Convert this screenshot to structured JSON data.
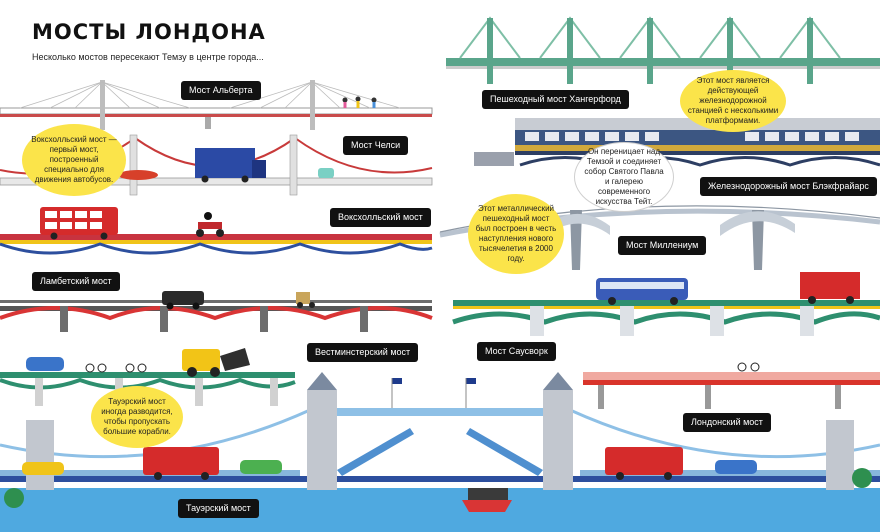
{
  "title": "МОСТЫ ЛОНДОНА",
  "subtitle": "Несколько мостов пересекают Темзу в центре города...",
  "labels": {
    "albert": "Мост Альберта",
    "chelsea": "Мост Челси",
    "vauxhall": "Воксхолльский мост",
    "lambeth": "Ламбетский мост",
    "westminster": "Вестминстерский мост",
    "tower": "Тауэрский мост",
    "hungerford": "Пешеходный мост Хангерфорд",
    "blackfriars": "Железнодорожный мост Блэкфрайарс",
    "millennium": "Мост Миллениум",
    "southwark": "Мост Саусворк",
    "london": "Лондонский мост"
  },
  "bubbles": {
    "vauxhall_fact": "Воксхолльский мост — первый мост, построенный специально для движения автобусов.",
    "tower_fact": "Тауэрский мост иногда разводится, чтобы пропускать большие корабли.",
    "blackfriars_fact": "Этот мост является действующей железнодорожной станцией с несколькими платформами.",
    "millennium_route": "Он переницает над Темзой и соединяет собор Святого Павла и галерею современного искусства Тейт.",
    "millennium_fact": "Этот металлический пешеходный мост был построен в честь наступления нового тысячелетия в 2000 году."
  },
  "colors": {
    "water": "#4fa9e0",
    "bridge_red": "#d9342b",
    "bridge_green": "#2e8f6f",
    "bubble_yellow": "#fbe44a"
  }
}
